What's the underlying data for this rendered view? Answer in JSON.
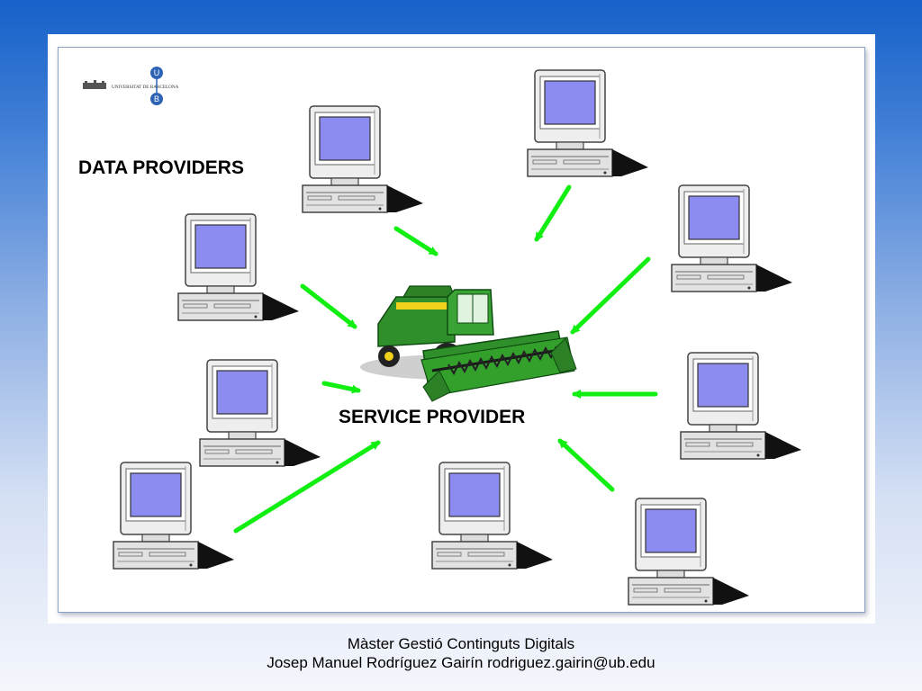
{
  "logo": {
    "institution_name": "UNIVERSITAT DE BARCELONA",
    "letter_top": "U",
    "letter_bottom": "B"
  },
  "diagram": {
    "data_providers_label": "DATA PROVIDERS",
    "service_provider_label": "SERVICE PROVIDER"
  },
  "colors": {
    "arrow": "#11ee11",
    "screen": "#8b8bf0",
    "logo_blue": "#2f63b6",
    "background_top": "#1761c9",
    "background_bottom": "#f4f6fc"
  },
  "icons": {
    "data_provider": "desktop-computer-icon",
    "service_provider": "combine-harvester-icon"
  },
  "footer": {
    "line1": "Màster Gestió Continguts Digitals",
    "line2": "Josep Manuel Rodríguez Gairín rodriguez.gairin@ub.edu"
  }
}
